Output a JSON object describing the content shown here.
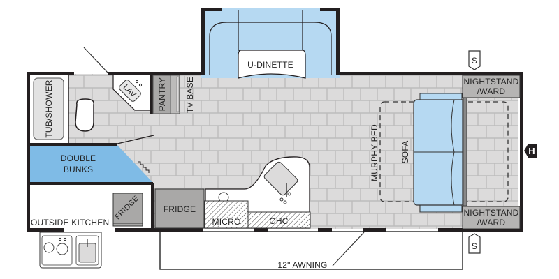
{
  "floorplan": {
    "colors": {
      "floor": "#dcdbdb",
      "tile_line": "#bdbcbc",
      "wall": "#231f20",
      "blue": "#b6d9f2",
      "bunk_blue": "#7fbbe6",
      "gray_fixture": "#a9a8a7",
      "nightstand": "#b5b4b3"
    },
    "rooms": {
      "tub_shower": "TUB/SHOWER",
      "lav": "LAV",
      "pantry": "PANTRY",
      "tv_base": "TV BASE",
      "u_dinette": "U-DINETTE",
      "double_bunks_line1": "DOUBLE",
      "double_bunks_line2": "BUNKS",
      "outside_kitchen": "OUTSIDE KITCHEN",
      "outside_fridge": "FRIDGE",
      "fridge": "FRIDGE",
      "micro": "MICRO",
      "ohc": "OHC",
      "murphy_bed": "MURPHY BED",
      "sofa": "SOFA",
      "nightstand_top_line1": "NIGHTSTAND",
      "nightstand_top_line2": "/WARD",
      "nightstand_bottom_line1": "NIGHTSTAND",
      "nightstand_bottom_line2": "/WARD",
      "awning": "12\" AWNING"
    },
    "markers": {
      "speaker_top": "S",
      "speaker_bottom": "S",
      "hitch": "H"
    }
  }
}
